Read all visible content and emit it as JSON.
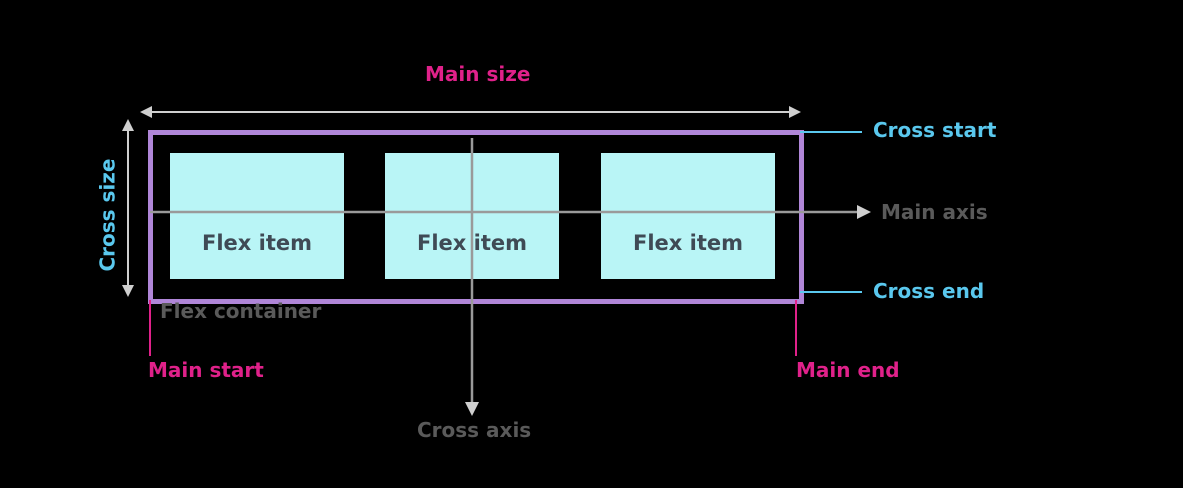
{
  "labels": {
    "main_size": "Main size",
    "cross_size": "Cross size",
    "cross_start": "Cross start",
    "cross_end": "Cross end",
    "main_axis": "Main axis",
    "cross_axis": "Cross axis",
    "main_start": "Main start",
    "main_end": "Main end",
    "flex_container": "Flex container"
  },
  "items": [
    {
      "label": "Flex item"
    },
    {
      "label": "Flex item"
    },
    {
      "label": "Flex item"
    }
  ],
  "colors": {
    "background": "#000000",
    "container_border": "#b086d8",
    "item_fill": "#b9f5f6",
    "item_text": "#3f4a55",
    "axis_line": "#9a9a9a",
    "size_arrow": "#cfcfcf",
    "pink_label": "#e0218a",
    "cyan_label": "#5ac8ee",
    "grey_label": "#5a5a5a"
  }
}
